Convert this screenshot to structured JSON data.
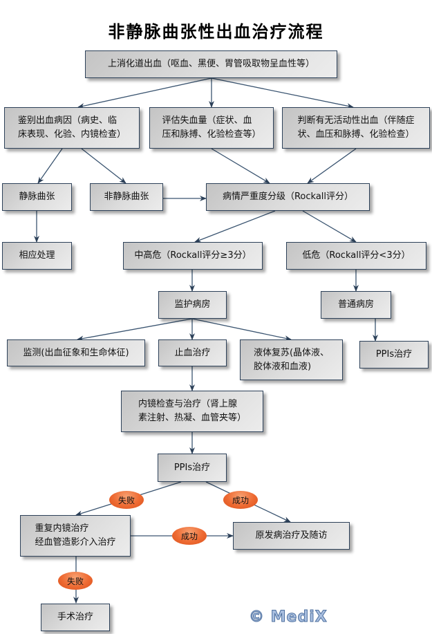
{
  "title": "非静脉曲张性出血治疗流程",
  "nodes": {
    "ugib": "上消化道出血（呕血、黑便、胃管吸取物呈血性等）",
    "identify_cause_l1": "鉴别出血病因（病史、临",
    "identify_cause_l2": "床表现、化验、内镜检查）",
    "assess_loss_l1": "评估失血量（症状、血",
    "assess_loss_l2": "压和脉搏、化验检查等）",
    "active_bleed_l1": "判断有无活动性出血（伴随症",
    "active_bleed_l2": "状、血压和脉搏、化验检查）",
    "varices": "静脉曲张",
    "non_varices": "非静脉曲张",
    "severity": "病情严重度分级（Rockall评分）",
    "corresponding": "相应处理",
    "high_risk": "中高危（Rockall评分≥3分）",
    "low_risk": "低危（Rockall评分<3分）",
    "icu_ward": "监护病房",
    "general_ward": "普通病房",
    "monitoring": "监测(出血征象和生命体征)",
    "hemostasis": "止血治疗",
    "fluid_l1": "液体复苏(晶体液、",
    "fluid_l2": "胶体液和血液)",
    "ppi_low": "PPIs治疗",
    "endoscopy_l1": "内镜检查与治疗（肾上腺",
    "endoscopy_l2": "素注射、热凝、血管夹等）",
    "ppi_high": "PPIs治疗",
    "repeat_l1": "重复内镜治疗",
    "repeat_l2": "经血管造影介入治疗",
    "primary_followup": "原发病治疗及随访",
    "surgery": "手术治疗"
  },
  "edge_labels": {
    "fail_1": "失败",
    "success_1": "成功",
    "success_2": "成功",
    "fail_2": "失败"
  },
  "watermark": "© MediX",
  "colors": {
    "border": "#2c4058",
    "arrow": "#2c4058",
    "pill": "#ee6a32"
  }
}
